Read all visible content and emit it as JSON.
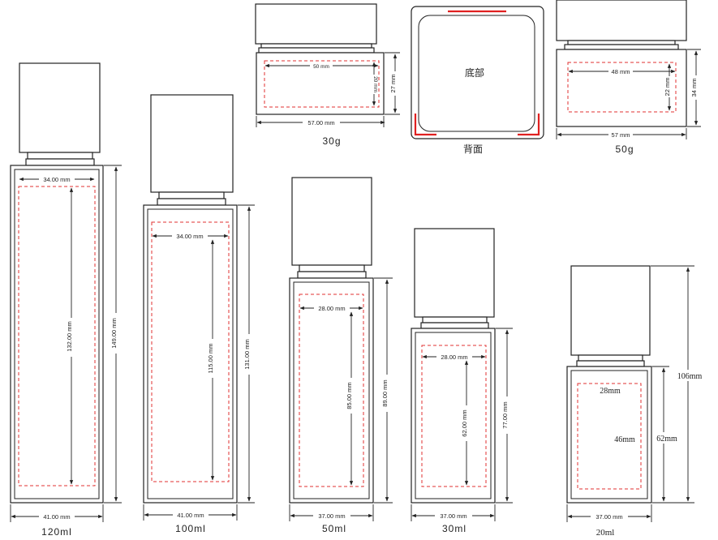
{
  "bottles": [
    {
      "volume": "120ml",
      "width": "41.00 mm",
      "height": "149.00 mm",
      "label_width": "34.00 mm",
      "label_height": "132.00 mm"
    },
    {
      "volume": "100ml",
      "width": "41.00 mm",
      "height": "131.00 mm",
      "label_width": "34.00 mm",
      "label_height": "115.00 mm"
    },
    {
      "volume": "50ml",
      "width": "37.00 mm",
      "height": "89.00 mm",
      "label_width": "28.00 mm",
      "label_height": "85.00 mm"
    },
    {
      "volume": "30ml",
      "width": "37.00 mm",
      "height": "77.00 mm",
      "label_width": "28.00 mm",
      "label_height": "62.00 mm"
    },
    {
      "volume": "20ml",
      "width": "37.00 mm",
      "height": "106mm",
      "label_width": "28mm",
      "label_height": "46mm",
      "body_height": "62mm"
    }
  ],
  "jars": [
    {
      "weight": "30g",
      "width": "57.00 mm",
      "height": "27 mm",
      "label_width": "50 mm",
      "label_height": "20 mm"
    },
    {
      "weight": "50g",
      "width": "57 mm",
      "height": "34 mm",
      "label_width": "48 mm",
      "label_height": "22 mm"
    }
  ],
  "bottom_view": {
    "center_label": "底部",
    "back_label": "背面"
  },
  "colors": {
    "outline": "#222222",
    "label_dash": "#e03030",
    "accent": "#e02020"
  }
}
